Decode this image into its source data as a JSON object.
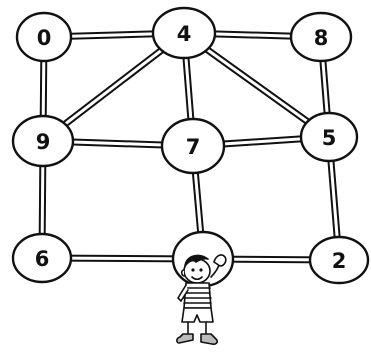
{
  "graph": {
    "nodes": [
      {
        "id": "0",
        "label": "0"
      },
      {
        "id": "4",
        "label": "4"
      },
      {
        "id": "8",
        "label": "8"
      },
      {
        "id": "9",
        "label": "9"
      },
      {
        "id": "7",
        "label": "7"
      },
      {
        "id": "5",
        "label": "5"
      },
      {
        "id": "6",
        "label": "6"
      },
      {
        "id": "2",
        "label": "2"
      },
      {
        "id": "start",
        "label": ""
      }
    ],
    "edges": [
      [
        "0",
        "4"
      ],
      [
        "4",
        "8"
      ],
      [
        "0",
        "9"
      ],
      [
        "4",
        "9"
      ],
      [
        "4",
        "7"
      ],
      [
        "4",
        "5"
      ],
      [
        "8",
        "5"
      ],
      [
        "9",
        "7"
      ],
      [
        "7",
        "5"
      ],
      [
        "9",
        "6"
      ],
      [
        "5",
        "2"
      ],
      [
        "6",
        "start"
      ],
      [
        "7",
        "start"
      ],
      [
        "start",
        "2"
      ]
    ],
    "character": "waving-boy-icon"
  }
}
